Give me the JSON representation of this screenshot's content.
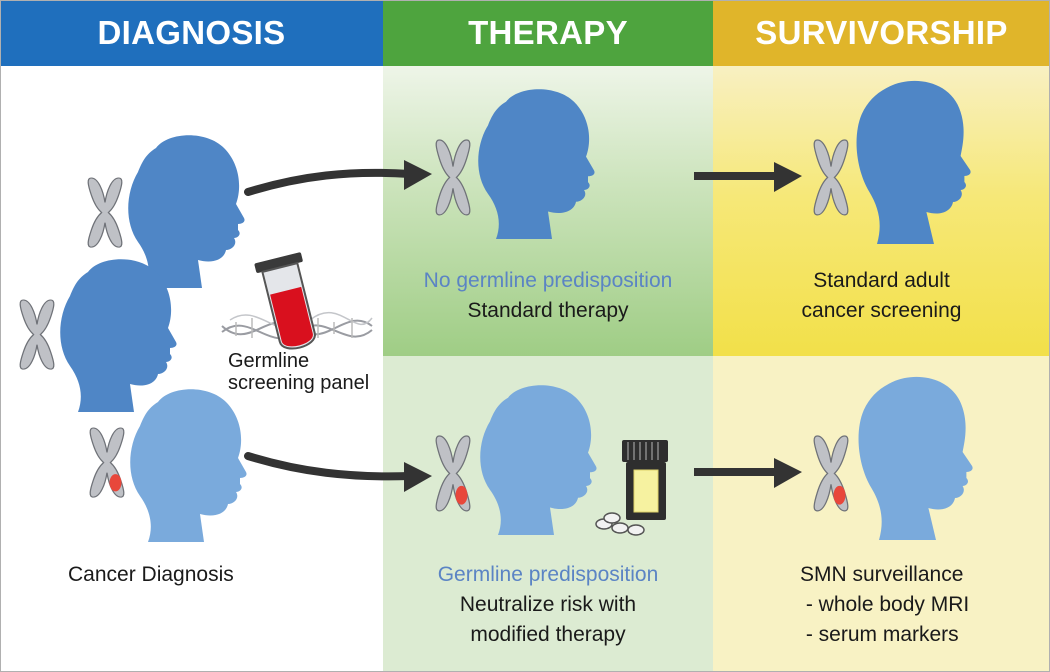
{
  "headers": {
    "diagnosis": "DIAGNOSIS",
    "therapy": "THERAPY",
    "survivorship": "SURVIVORSHIP"
  },
  "diagnosis": {
    "panel_label_line1": "Germline",
    "panel_label_line2": "screening panel",
    "caption": "Cancer Diagnosis"
  },
  "therapy": {
    "top_line1": "No germline predisposition",
    "top_line2": "Standard therapy",
    "bottom_line1": "Germline predisposition",
    "bottom_line2": "Neutralize risk with",
    "bottom_line3": "modified therapy"
  },
  "survivorship": {
    "top_line1": "Standard adult",
    "top_line2": "cancer screening",
    "bottom_line1": "SMN surveillance",
    "bottom_line2": " - whole body MRI",
    "bottom_line3": " - serum markers"
  },
  "colors": {
    "diagnosis_header": "#1f6fbd",
    "therapy_header": "#4ea43e",
    "survivorship_header": "#e0b52a",
    "head_dark": "#4f86c6",
    "head_light": "#7aaadc",
    "chromosome": "#bfc1c6",
    "mutation": "#e8473b",
    "blood": "#d9101e",
    "arrow": "#333333"
  }
}
